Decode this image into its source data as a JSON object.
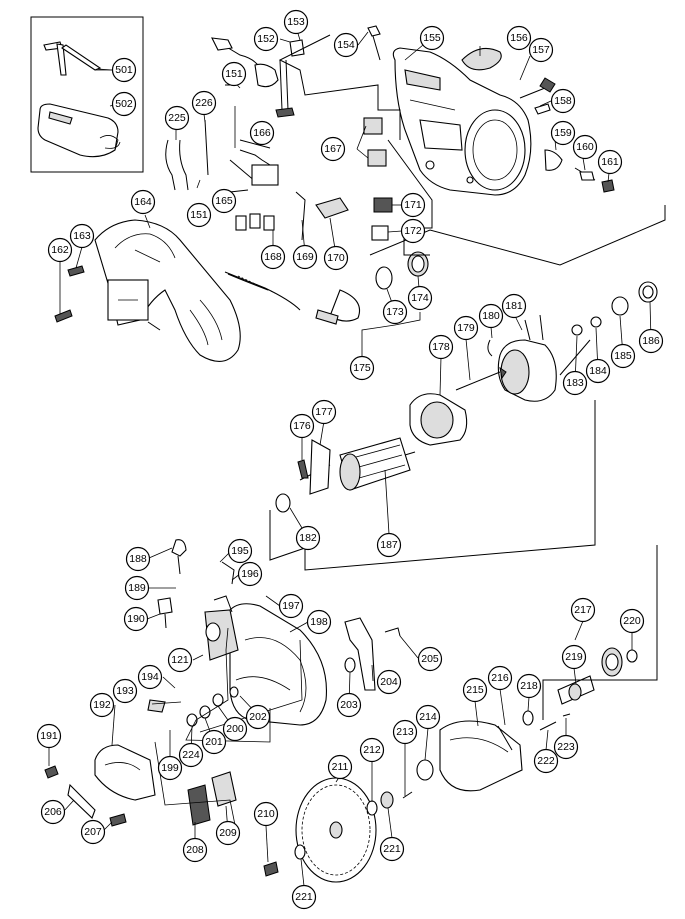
{
  "callouts": [
    {
      "id": "501",
      "label": "501"
    },
    {
      "id": "502",
      "label": "502"
    },
    {
      "id": "151a",
      "label": "151"
    },
    {
      "id": "152",
      "label": "152"
    },
    {
      "id": "153",
      "label": "153"
    },
    {
      "id": "154",
      "label": "154"
    },
    {
      "id": "155",
      "label": "155"
    },
    {
      "id": "156",
      "label": "156"
    },
    {
      "id": "157",
      "label": "157"
    },
    {
      "id": "158",
      "label": "158"
    },
    {
      "id": "159",
      "label": "159"
    },
    {
      "id": "160",
      "label": "160"
    },
    {
      "id": "161",
      "label": "161"
    },
    {
      "id": "225",
      "label": "225"
    },
    {
      "id": "226",
      "label": "226"
    },
    {
      "id": "166",
      "label": "166"
    },
    {
      "id": "167",
      "label": "167"
    },
    {
      "id": "165",
      "label": "165"
    },
    {
      "id": "151b",
      "label": "151"
    },
    {
      "id": "164",
      "label": "164"
    },
    {
      "id": "163",
      "label": "163"
    },
    {
      "id": "162",
      "label": "162"
    },
    {
      "id": "168",
      "label": "168"
    },
    {
      "id": "169",
      "label": "169"
    },
    {
      "id": "170",
      "label": "170"
    },
    {
      "id": "171",
      "label": "171"
    },
    {
      "id": "172",
      "label": "172"
    },
    {
      "id": "173",
      "label": "173"
    },
    {
      "id": "174",
      "label": "174"
    },
    {
      "id": "175",
      "label": "175"
    },
    {
      "id": "186",
      "label": "186"
    },
    {
      "id": "185",
      "label": "185"
    },
    {
      "id": "184",
      "label": "184"
    },
    {
      "id": "183",
      "label": "183"
    },
    {
      "id": "181",
      "label": "181"
    },
    {
      "id": "180",
      "label": "180"
    },
    {
      "id": "179",
      "label": "179"
    },
    {
      "id": "178",
      "label": "178"
    },
    {
      "id": "176",
      "label": "176"
    },
    {
      "id": "177",
      "label": "177"
    },
    {
      "id": "182",
      "label": "182"
    },
    {
      "id": "187",
      "label": "187"
    },
    {
      "id": "188",
      "label": "188"
    },
    {
      "id": "195",
      "label": "195"
    },
    {
      "id": "196",
      "label": "196"
    },
    {
      "id": "189",
      "label": "189"
    },
    {
      "id": "197",
      "label": "197"
    },
    {
      "id": "190",
      "label": "190"
    },
    {
      "id": "198",
      "label": "198"
    },
    {
      "id": "121",
      "label": "121"
    },
    {
      "id": "205",
      "label": "205"
    },
    {
      "id": "194",
      "label": "194"
    },
    {
      "id": "193",
      "label": "193"
    },
    {
      "id": "204",
      "label": "204"
    },
    {
      "id": "203",
      "label": "203"
    },
    {
      "id": "202",
      "label": "202"
    },
    {
      "id": "192",
      "label": "192"
    },
    {
      "id": "200",
      "label": "200"
    },
    {
      "id": "201",
      "label": "201"
    },
    {
      "id": "224",
      "label": "224"
    },
    {
      "id": "191",
      "label": "191"
    },
    {
      "id": "199",
      "label": "199"
    },
    {
      "id": "206",
      "label": "206"
    },
    {
      "id": "207",
      "label": "207"
    },
    {
      "id": "208",
      "label": "208"
    },
    {
      "id": "209",
      "label": "209"
    },
    {
      "id": "210",
      "label": "210"
    },
    {
      "id": "211",
      "label": "211"
    },
    {
      "id": "212",
      "label": "212"
    },
    {
      "id": "213",
      "label": "213"
    },
    {
      "id": "214",
      "label": "214"
    },
    {
      "id": "215",
      "label": "215"
    },
    {
      "id": "216",
      "label": "216"
    },
    {
      "id": "217",
      "label": "217"
    },
    {
      "id": "218",
      "label": "218"
    },
    {
      "id": "219",
      "label": "219"
    },
    {
      "id": "220",
      "label": "220"
    },
    {
      "id": "221a",
      "label": "221"
    },
    {
      "id": "221b",
      "label": "221"
    },
    {
      "id": "222",
      "label": "222"
    },
    {
      "id": "223",
      "label": "223"
    }
  ]
}
